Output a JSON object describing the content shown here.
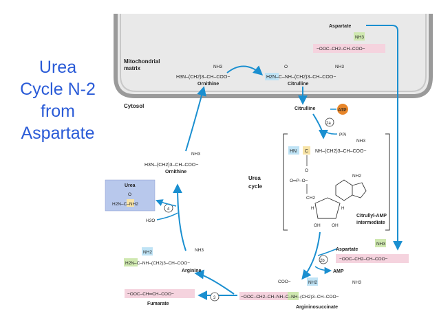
{
  "title_lines": [
    "Urea",
    "Cycle N-2",
    "from",
    "Aspartate"
  ],
  "regions": {
    "mito_label_1": "Mitochondrial",
    "mito_label_2": "matrix",
    "cytosol": "Cytosol",
    "cycle_1": "Urea",
    "cycle_2": "cycle"
  },
  "molecules": {
    "ornithine_mito": {
      "formula_top": "NH3",
      "formula": "H3N–(CH2)3–CH–COO−",
      "name": "Ornithine"
    },
    "citrulline_mito": {
      "formula_top_left": "O",
      "formula_top": "NH3",
      "formula": "H2N–C–NH–(CH2)3–CH–COO−",
      "name": "Citrulline"
    },
    "citrulline_cyto": {
      "name": "Citrulline"
    },
    "ornithine_cyto": {
      "formula_top": "NH3",
      "formula": "H3N–(CH2)3–CH–COO−",
      "name": "Ornithine"
    },
    "urea": {
      "name": "Urea",
      "top": "O",
      "formula": "H2N–C–NH2"
    },
    "water": "H2O",
    "arginine": {
      "top_left": "NH2",
      "top": "NH3",
      "formula": "H2N–C–NH–(CH2)3–CH–COO−",
      "name": "Arginine"
    },
    "fumarate": {
      "formula": "−OOC–CH═CH–COO−",
      "name": "Fumarate"
    },
    "argininosuccinate": {
      "top1": "COO−",
      "top2": "NH2",
      "top3": "NH3",
      "formula": "−OOC–CH2–CH–NH–C–NH–(CH2)3–CH–COO−",
      "name": "Argininosuccinate"
    },
    "aspartate_top": {
      "name": "Aspartate",
      "nh3": "NH3",
      "formula": "−OOC–CH2–CH–COO−"
    },
    "aspartate_bottom": {
      "name": "Aspartate",
      "nh3": "NH3",
      "formula": "−OOC–CH2–CH–COO−"
    },
    "citrullyl_amp": {
      "name_1": "Citrullyl-AMP",
      "name_2": "intermediate",
      "nh3": "NH3",
      "nh2": "NH2",
      "hn": "HN",
      "c": "C",
      "chain": "NH–(CH2)3–CH–COO−",
      "o": "O",
      "opo": "O═P–O−",
      "ch2": "CH2",
      "oh1": "OH",
      "oh2": "OH",
      "h": "H"
    }
  },
  "steps": {
    "s2a": "2a",
    "s2b": "2b",
    "s3": "3",
    "s4": "4"
  },
  "cofactors": {
    "atp": "ATP",
    "ppi": "PPi",
    "amp": "AMP"
  },
  "colors": {
    "arrow": "#1a8fd0",
    "urea_box": "#b8c8ec",
    "nh_highlight": "#bfe3f5",
    "aspartate_pink": "#f5d3de",
    "nh3_green": "#cfe8b0",
    "atp": "#e8862a",
    "title": "#2a5bd7"
  }
}
